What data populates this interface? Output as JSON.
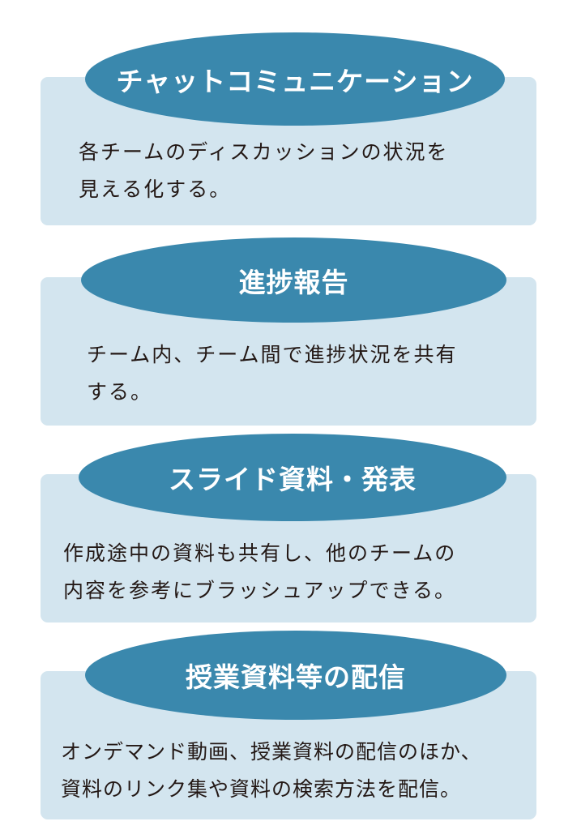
{
  "colors": {
    "header": "#3a88ad",
    "card": "#d3e5ef",
    "text": "#231815"
  },
  "sections": [
    {
      "title": "チャットコミュニケーション",
      "lines": [
        "各チームのディスカッションの状況を",
        "見える化する。"
      ]
    },
    {
      "title": "進捗報告",
      "lines": [
        "チーム内、チーム間で進捗状況を共有",
        "する。"
      ]
    },
    {
      "title": "スライド資料・発表",
      "lines": [
        "作成途中の資料も共有し、他のチームの",
        "内容を参考にブラッシュアップできる。"
      ]
    },
    {
      "title": "授業資料等の配信",
      "lines": [
        "オンデマンド動画、授業資料の配信のほか、",
        "資料のリンク集や資料の検索方法を配信。"
      ]
    }
  ]
}
